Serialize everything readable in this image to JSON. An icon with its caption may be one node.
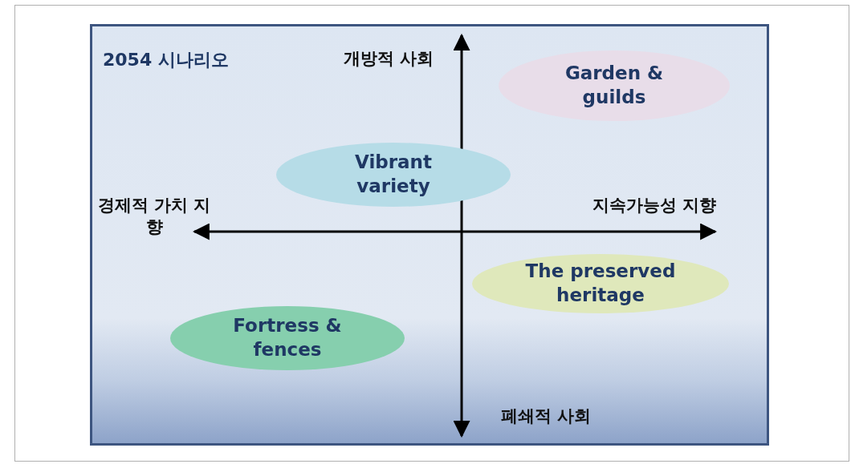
{
  "diagram": {
    "title": "2054 시나리오",
    "nodes": [
      {
        "text": [
          "Garden & guilds"
        ]
      },
      {
        "text": [
          "Vibrant variety"
        ]
      },
      {
        "text": [
          "The preserved heritage"
        ]
      },
      {
        "text": [
          "Fortress & fences"
        ]
      }
    ],
    "labels": [
      "개방적 사회",
      "경제적 가치 지향",
      "지속가능성 지향",
      "폐쇄적 사회"
    ]
  }
}
